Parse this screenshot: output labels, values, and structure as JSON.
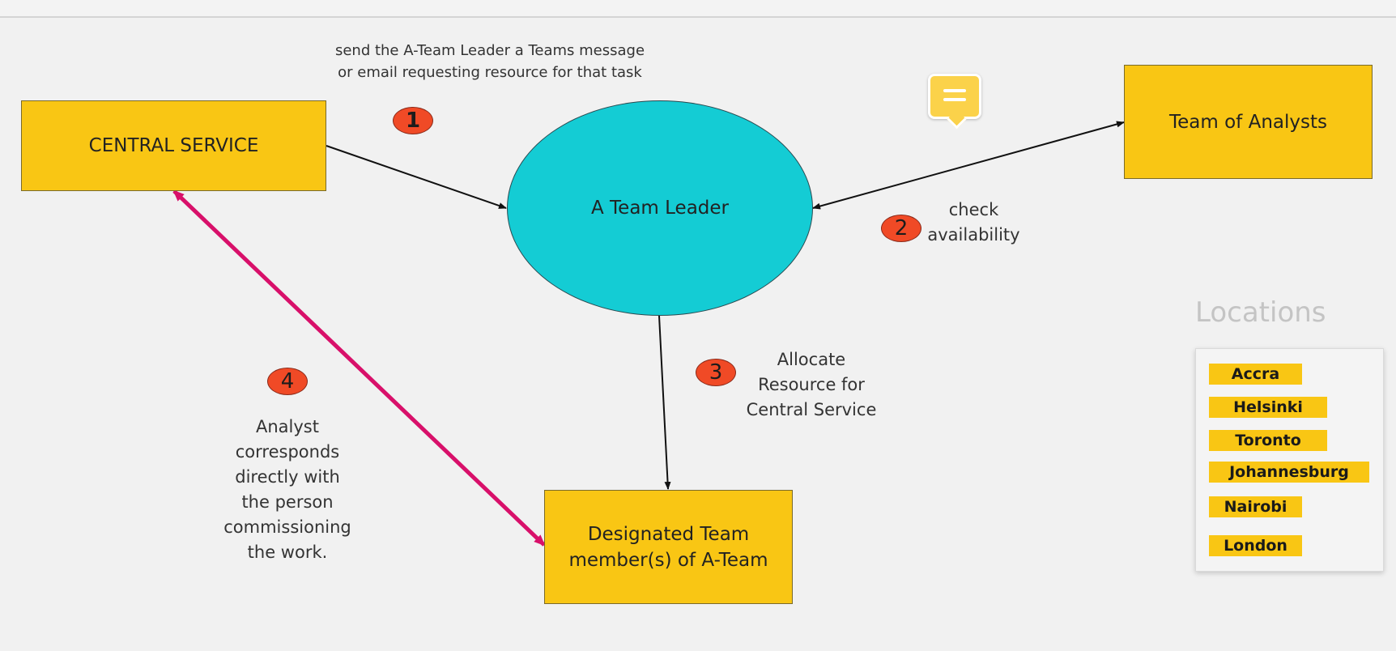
{
  "nodes": {
    "central_service": "CENTRAL SERVICE",
    "team_leader": "A Team Leader",
    "analysts": "Team of Analysts",
    "designated": "Designated Team\nmember(s) of A-Team"
  },
  "steps": [
    {
      "number": "1",
      "text": "send the A-Team Leader a Teams message\nor email requesting resource for that task"
    },
    {
      "number": "2",
      "text": "check\navailability"
    },
    {
      "number": "3",
      "text": "Allocate\nResource for\nCentral Service"
    },
    {
      "number": "4",
      "text": "Analyst\ncorresponds\ndirectly with\nthe person\ncommissioning\nthe work."
    }
  ],
  "locations": {
    "title": "Locations",
    "items": [
      "Accra",
      "Helsinki",
      "Toronto",
      "Johannesburg",
      "Nairobi",
      "London"
    ]
  },
  "colors": {
    "box": "#f9c614",
    "ellipse": "#14ccd4",
    "badge": "#f04a26",
    "feedback_arrow": "#d8106a",
    "comment": "#fbd24a"
  }
}
